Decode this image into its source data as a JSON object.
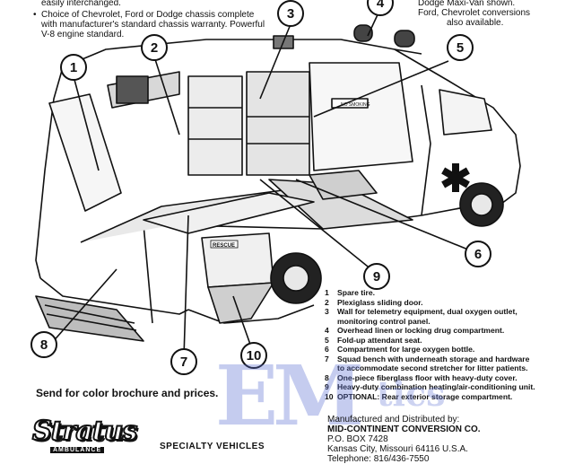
{
  "top_left": {
    "line1": "easily interchanged.",
    "bullet_lines": [
      "Choice of Chevrolet, Ford or Dodge chassis complete",
      "with manufacturer's standard chassis warranty. Powerful",
      "V-8 engine standard."
    ]
  },
  "top_right": {
    "lines": [
      "Dodge Maxi-Van shown.",
      "Ford, Chevrolet conversions",
      "also available."
    ]
  },
  "illustration": {
    "side_door_label": "RESCUE",
    "door_label": "NO SMOKING",
    "star_icon": "star-of-life-icon"
  },
  "callouts": [
    "1",
    "2",
    "3",
    "4",
    "5",
    "6",
    "7",
    "8",
    "9",
    "10"
  ],
  "legend": [
    {
      "num": "1",
      "lines": [
        "Spare tire."
      ]
    },
    {
      "num": "2",
      "lines": [
        "Plexiglass sliding door."
      ]
    },
    {
      "num": "3",
      "lines": [
        "Wall for telemetry equipment, dual oxygen outlet,",
        "monitoring control panel."
      ]
    },
    {
      "num": "4",
      "lines": [
        "Overhead linen or locking drug compartment."
      ]
    },
    {
      "num": "5",
      "lines": [
        "Fold-up attendant seat."
      ]
    },
    {
      "num": "6",
      "lines": [
        "Compartment for large oxygen bottle."
      ]
    },
    {
      "num": "7",
      "lines": [
        "Squad bench with underneath storage and hardware",
        "to accommodate second stretcher for litter patients."
      ]
    },
    {
      "num": "8",
      "lines": [
        "One-piece fiberglass floor with heavy-duty cover."
      ]
    },
    {
      "num": "9",
      "lines": [
        "Heavy-duty combination heating/air-conditioning unit."
      ]
    },
    {
      "num": "10",
      "lines": [
        "OPTIONAL: Rear exterior storage compartment."
      ]
    }
  ],
  "send": "Send for color brochure and prices.",
  "manufacturer": {
    "line1": "Manufactured and Distributed by:",
    "company": "MID-CONTINENT CONVERSION CO.",
    "box": "P.O. BOX 7428",
    "city": "Kansas City, Missouri 64116 U.S.A.",
    "phone": "Telephone: 816/436-7550"
  },
  "logo": {
    "word": "Stratus",
    "sub": "AMBULANCE"
  },
  "specialty": "SPECIALTY VEHICLES",
  "watermark": {
    "big": "EM",
    "small": "tics"
  },
  "colors": {
    "ink": "#111111",
    "paper": "#ffffff",
    "watermark": "#5a6ed2"
  }
}
